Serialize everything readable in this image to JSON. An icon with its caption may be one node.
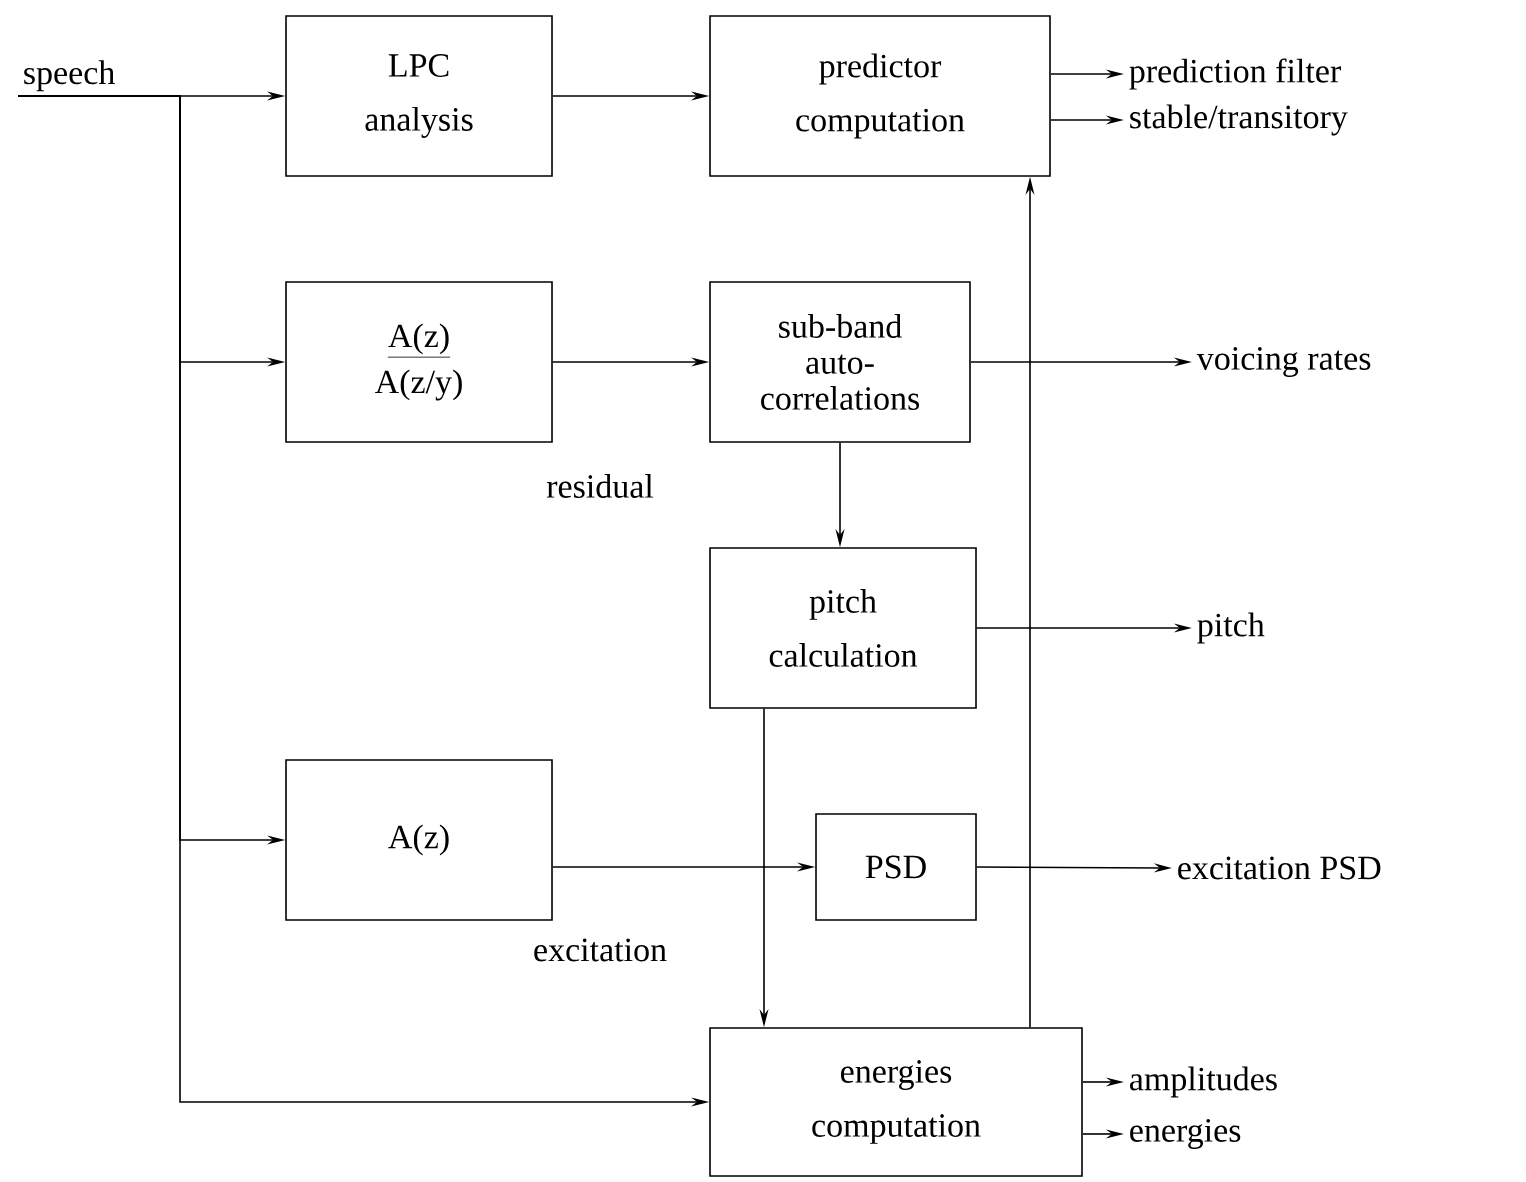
{
  "diagram": {
    "nodes": [
      {
        "text": [
          "speech"
        ]
      },
      {
        "text": [
          "LPC",
          "analysis"
        ]
      },
      {
        "text": [
          "predictor",
          "computation"
        ]
      },
      {
        "text": [
          "A(z)",
          "A(z/y)"
        ]
      },
      {
        "text": [
          "sub-band",
          "auto-",
          "correlations"
        ]
      },
      {
        "text": [
          "pitch",
          "calculation"
        ]
      },
      {
        "text": [
          "A(z)"
        ]
      },
      {
        "text": [
          "PSD"
        ]
      },
      {
        "text": [
          "energies",
          "computation"
        ]
      },
      {
        "text": [
          "prediction filter"
        ]
      },
      {
        "text": [
          "stable/transitory"
        ]
      },
      {
        "text": [
          "voicing rates"
        ]
      },
      {
        "text": [
          "pitch"
        ]
      },
      {
        "text": [
          "excitation PSD"
        ]
      },
      {
        "text": [
          "amplitudes"
        ]
      },
      {
        "text": [
          "energies"
        ]
      }
    ],
    "edges": [
      {
        "from": 0,
        "to": 1,
        "arrow": "to"
      },
      {
        "from": 0,
        "to": 3,
        "arrow": "to"
      },
      {
        "from": 0,
        "to": 6,
        "arrow": "to"
      },
      {
        "from": 0,
        "to": 8,
        "arrow": "to"
      },
      {
        "from": 1,
        "to": 2,
        "arrow": "to"
      },
      {
        "from": 3,
        "to": 4,
        "arrow": "to",
        "label": "residual"
      },
      {
        "from": 4,
        "to": 5,
        "arrow": "to"
      },
      {
        "from": 4,
        "to": 11,
        "arrow": "to"
      },
      {
        "from": 5,
        "to": 12,
        "arrow": "to"
      },
      {
        "from": 5,
        "to": 8,
        "arrow": "to"
      },
      {
        "from": 6,
        "to": 7,
        "arrow": "to",
        "label": "excitation"
      },
      {
        "from": 7,
        "to": 13,
        "arrow": "to"
      },
      {
        "from": 8,
        "to": 2,
        "arrow": "to"
      },
      {
        "from": 2,
        "to": 9,
        "arrow": "to"
      },
      {
        "from": 2,
        "to": 10,
        "arrow": "to"
      },
      {
        "from": 8,
        "to": 14,
        "arrow": "to"
      },
      {
        "from": 8,
        "to": 15,
        "arrow": "to"
      }
    ]
  }
}
